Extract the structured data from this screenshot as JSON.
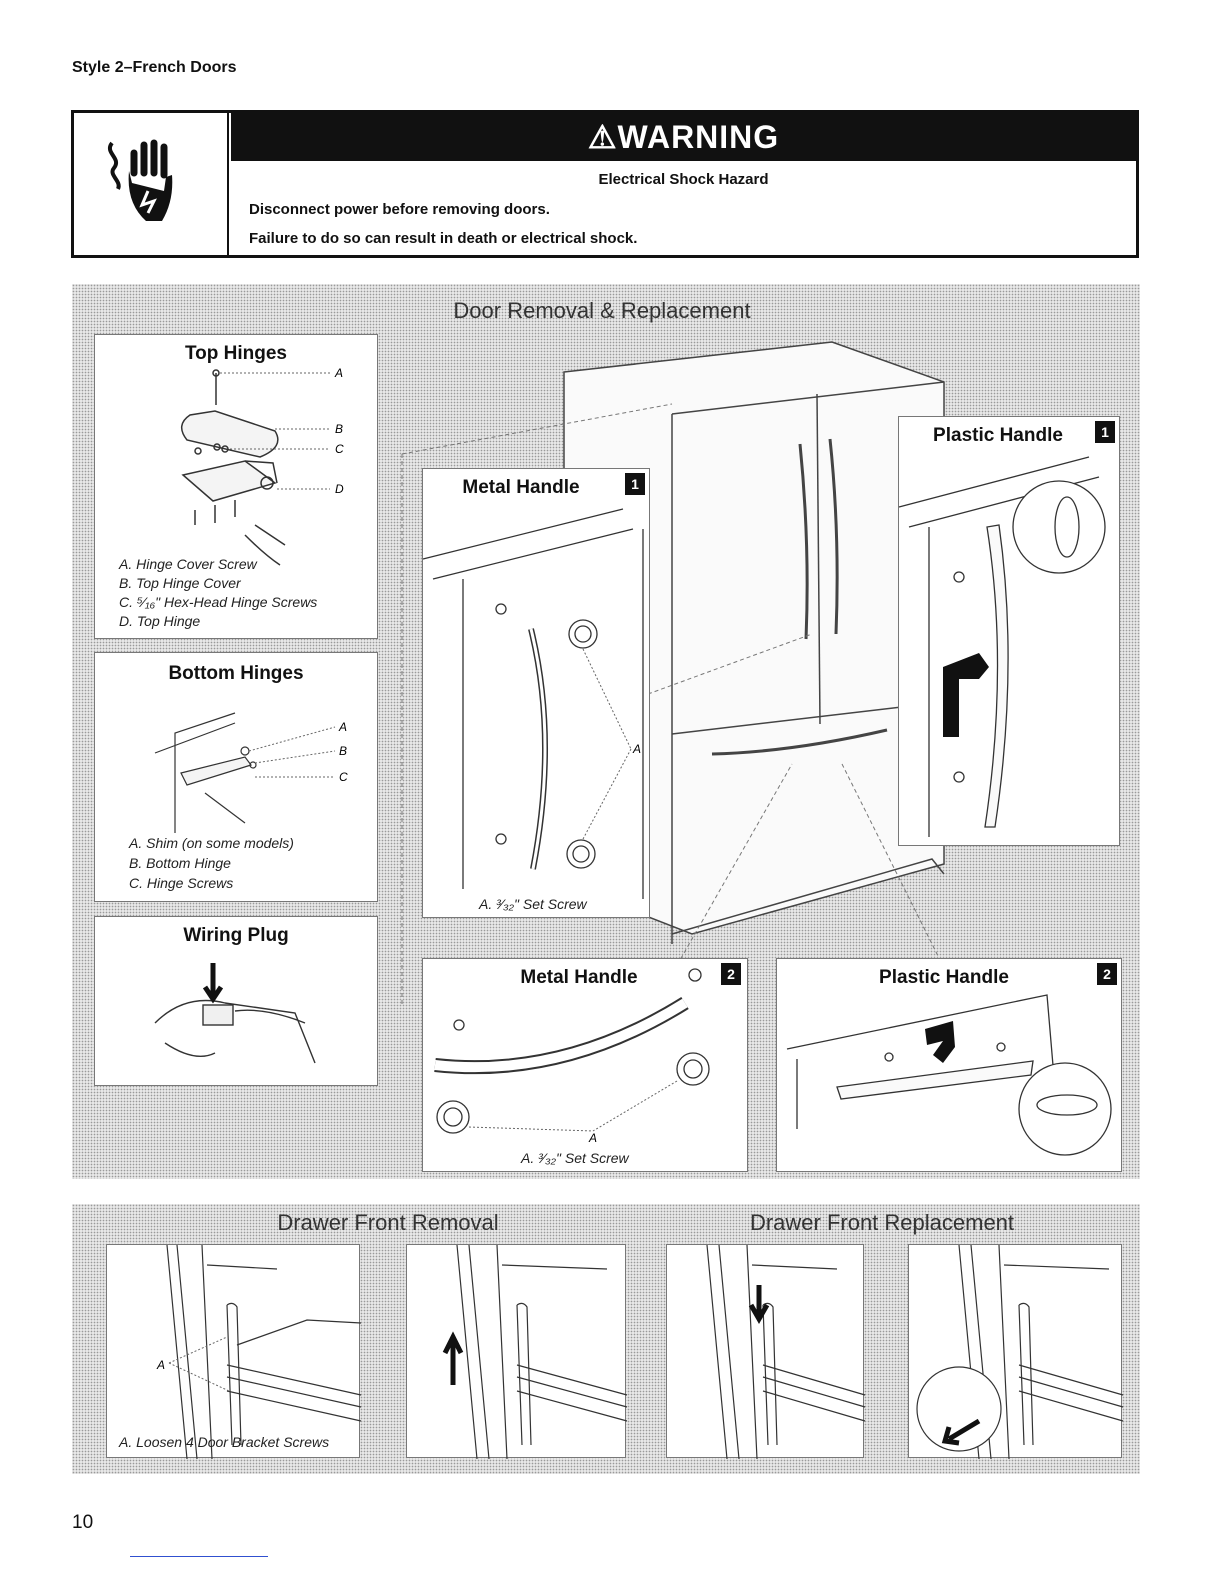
{
  "section_title": "Style 2–French Doors",
  "warning": {
    "heading": "WARNING",
    "subtitle": "Electrical Shock Hazard",
    "line1": "Disconnect power before removing doors.",
    "line2": "Failure to do so can result in death or electrical shock."
  },
  "door_section": {
    "title": "Door Removal & Replacement"
  },
  "top_hinges": {
    "title": "Top Hinges",
    "labels": [
      "A",
      "B",
      "C",
      "D"
    ],
    "captions": [
      "A. Hinge Cover Screw",
      "B. Top Hinge Cover",
      "C. ⁵⁄₁₆\" Hex-Head Hinge Screws",
      "D. Top Hinge"
    ]
  },
  "bottom_hinges": {
    "title": "Bottom Hinges",
    "labels": [
      "A",
      "B",
      "C"
    ],
    "captions": [
      "A. Shim (on some models)",
      "B. Bottom Hinge",
      "C. Hinge Screws"
    ]
  },
  "wiring_plug": {
    "title": "Wiring Plug"
  },
  "metal_handle_1": {
    "title": "Metal Handle",
    "badge": "1",
    "label": "A",
    "caption": "A. ³⁄₃₂\" Set Screw"
  },
  "plastic_handle_1": {
    "title": "Plastic Handle",
    "badge": "1"
  },
  "metal_handle_2": {
    "title": "Metal Handle",
    "badge": "2",
    "label": "A",
    "caption": "A. ³⁄₃₂\" Set Screw"
  },
  "plastic_handle_2": {
    "title": "Plastic Handle",
    "badge": "2"
  },
  "drawer": {
    "removal_title": "Drawer Front Removal",
    "replacement_title": "Drawer Front Replacement",
    "label": "A",
    "caption": "A. Loosen 4 Door Bracket Screws"
  },
  "page_number": "10"
}
